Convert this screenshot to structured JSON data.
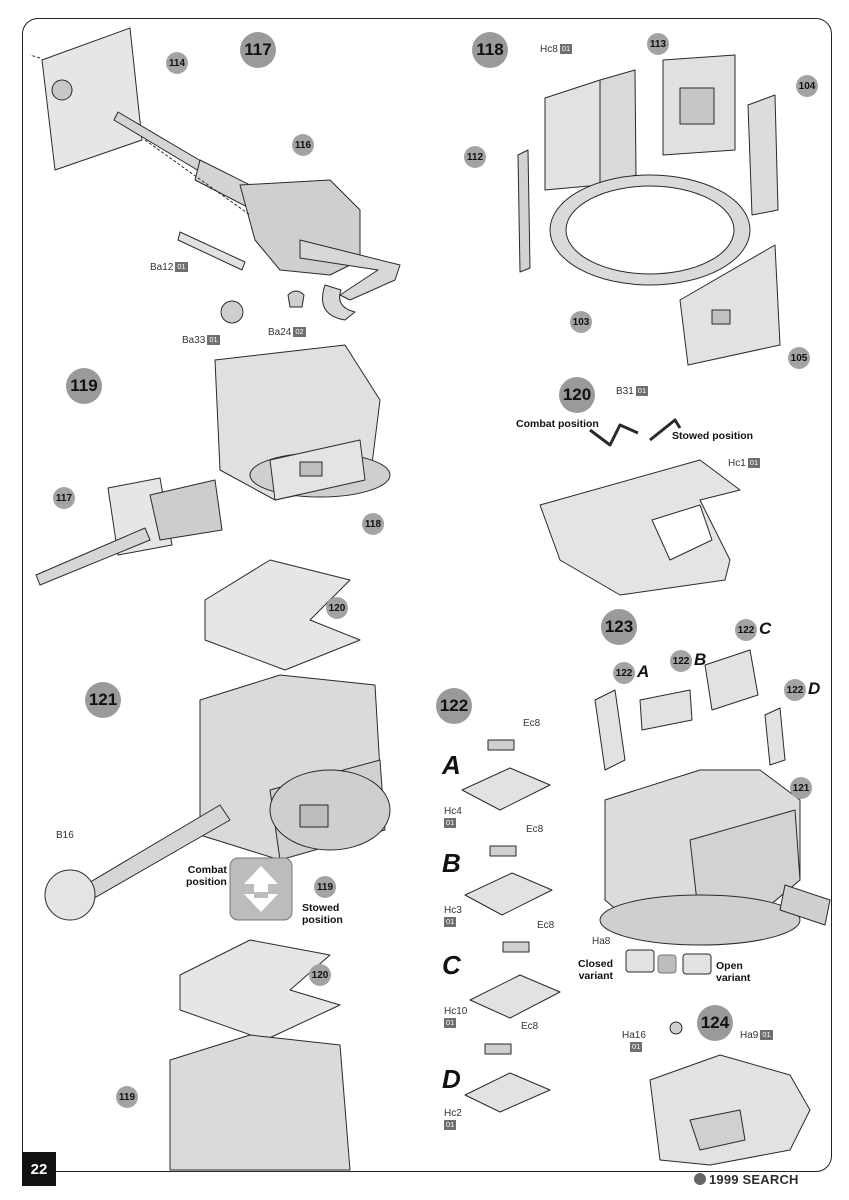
{
  "page": {
    "number": "22"
  },
  "watermark": {
    "text": "1999 SEARCH"
  },
  "steps": {
    "s117": {
      "number": "117",
      "callouts": {
        "c114": "114",
        "c116": "116"
      },
      "parts": {
        "ba12": {
          "code": "Ba12",
          "chip": "01"
        },
        "ba33": {
          "code": "Ba33",
          "chip": "01"
        },
        "ba24": {
          "code": "Ba24",
          "chip": "02"
        }
      }
    },
    "s118": {
      "number": "118",
      "callouts": {
        "c113": "113",
        "c104": "104",
        "c112": "112",
        "c103": "103",
        "c105": "105"
      },
      "parts": {
        "hc8": {
          "code": "Hc8",
          "chip": "01"
        }
      }
    },
    "s119": {
      "number": "119",
      "callouts": {
        "c117": "117",
        "c118": "118"
      }
    },
    "s120": {
      "number": "120",
      "labels": {
        "combat": "Combat position",
        "stowed": "Stowed position"
      },
      "parts": {
        "b31": {
          "code": "B31",
          "chip": "01"
        },
        "hc1": {
          "code": "Hc1",
          "chip": "01"
        }
      }
    },
    "s121": {
      "number": "121",
      "callouts": {
        "c120a": "120",
        "c119a": "119",
        "c120b": "120",
        "c119b": "119"
      },
      "parts": {
        "b16": {
          "code": "B16"
        }
      },
      "labels": {
        "combat": "Combat\nposition",
        "stowed": "Stowed\nposition"
      }
    },
    "s122": {
      "number": "122",
      "variants": [
        {
          "letter": "A",
          "part": "Ec8",
          "code": "Hc4",
          "chip": "01"
        },
        {
          "letter": "B",
          "part": "Ec8",
          "code": "Hc3",
          "chip": "01"
        },
        {
          "letter": "C",
          "part": "Ec8",
          "code": "Hc10",
          "chip": "01"
        },
        {
          "letter": "D",
          "part": "Ec8",
          "code": "Hc2",
          "chip": "01"
        }
      ]
    },
    "s123": {
      "number": "123",
      "callouts": {
        "a": "122",
        "b": "122",
        "c": "122",
        "d": "122",
        "c121": "121"
      },
      "letters": {
        "a": "A",
        "b": "B",
        "c": "C",
        "d": "D"
      },
      "parts": {
        "ha8": {
          "code": "Ha8"
        }
      },
      "labels": {
        "closed": "Closed\nvariant",
        "open": "Open\nvariant"
      }
    },
    "s124": {
      "number": "124",
      "parts": {
        "ha16": {
          "code": "Ha16",
          "chip": "01"
        },
        "ha9": {
          "code": "Ha9",
          "chip": "01"
        }
      }
    }
  },
  "colors": {
    "part_fill": "#d4d4d4",
    "outline": "#2a2a2a",
    "callout": "#a3a3a3",
    "step_badge": "#9a9a9a"
  }
}
